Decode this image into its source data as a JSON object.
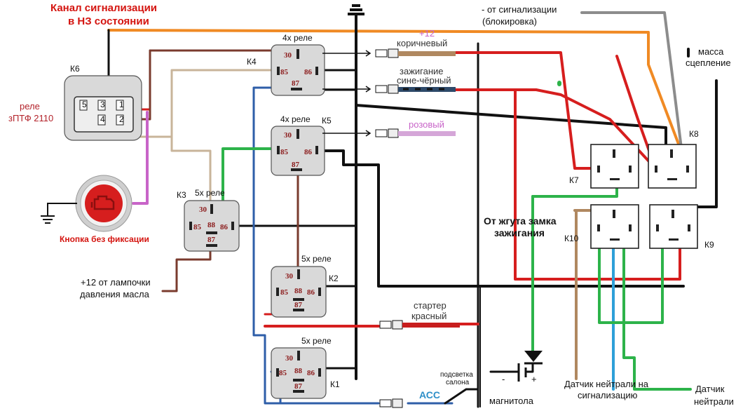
{
  "colors": {
    "black": "#111111",
    "red": "#d61e1e",
    "orange": "#f08a24",
    "green": "#2db34a",
    "blue": "#2e5ea8",
    "brown": "#7a3b2e",
    "pink": "#c864c8",
    "beige": "#c8b49a",
    "gray": "#8c8c8c",
    "light_blue": "#2ea0d8",
    "tan": "#b08860"
  },
  "header": {
    "title_line1": "Канал  сигнализации",
    "title_line2": "в НЗ состоянии"
  },
  "left": {
    "k6_label": "К6",
    "relay_label_line1": "реле",
    "relay_label_line2": "зПТФ 2110",
    "k6_pins": [
      "5",
      "3",
      "1",
      "4",
      "2"
    ],
    "button_label": "Кнопка без фиксации",
    "oil_label_line1": "+12 от лампочки",
    "oil_label_line2": "давления масла"
  },
  "relays": {
    "k4": {
      "name": "К4",
      "type": "4х реле",
      "pins": [
        "30",
        "85",
        "86",
        "87"
      ]
    },
    "k5": {
      "name": "К5",
      "type": "4х реле",
      "pins": [
        "30",
        "85",
        "86",
        "87"
      ]
    },
    "k3": {
      "name": "К3",
      "type": "5х реле",
      "pins": [
        "30",
        "85",
        "88",
        "86",
        "87"
      ]
    },
    "k2": {
      "name": "К2",
      "type": "5х реле",
      "pins": [
        "30",
        "85",
        "88",
        "86",
        "87"
      ]
    },
    "k1": {
      "name": "К1",
      "type": "5х реле",
      "pins": [
        "30",
        "85",
        "88",
        "86",
        "87"
      ]
    }
  },
  "connectors": {
    "plus12": "+12",
    "brown_wire": "коричневый",
    "ignition": "зажигание",
    "blue_black": "сине-чёрный",
    "pink": "розовый",
    "starter": "стартер",
    "starter_red": "красный",
    "acc": "АСС",
    "cabin_light_line1": "подсветка",
    "cabin_light_line2": "салона"
  },
  "right": {
    "alarm_minus_line1": "- от сигнализации",
    "alarm_minus_line2": "(блокировка)",
    "clutch_line1": "масса",
    "clutch_line2": "сцепление",
    "k8_label": "К8",
    "k7_label": "К7",
    "k9_label": "К9",
    "k10_label": "К10",
    "ignition_harness_line1": "От жгута замка",
    "ignition_harness_line2": "зажигания",
    "radio_label": "магнитола",
    "neutral_alarm_line1": "Датчик нейтрали на",
    "neutral_alarm_line2": "сигнализацию",
    "neutral_line1": "Датчик",
    "neutral_line2": "нейтрали",
    "minus_sign": "-",
    "plus_sign": "+"
  }
}
